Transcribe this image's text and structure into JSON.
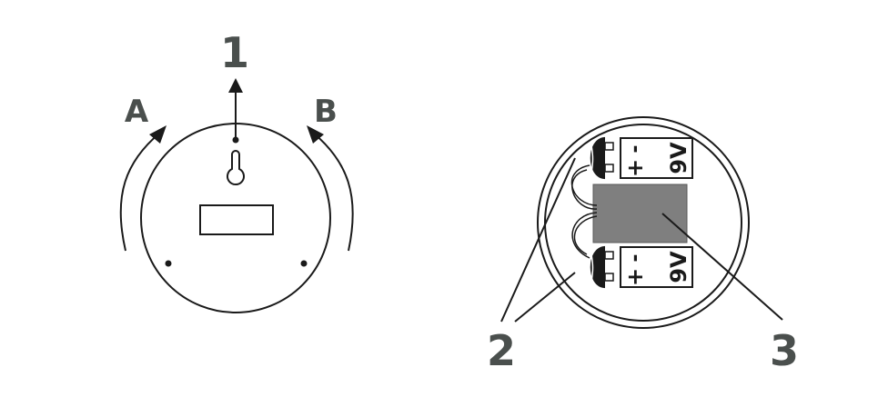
{
  "callouts": {
    "one": "1",
    "two": "2",
    "three": "3"
  },
  "rotation": {
    "left": "A",
    "right": "B"
  },
  "batteries": [
    {
      "minus": "-",
      "plus": "+",
      "voltage": "9V"
    },
    {
      "minus": "-",
      "plus": "+",
      "voltage": "9V"
    }
  ],
  "colors": {
    "stroke": "#1a1a1a",
    "label": "#4a4f4d",
    "module": "#7f7f7f"
  }
}
